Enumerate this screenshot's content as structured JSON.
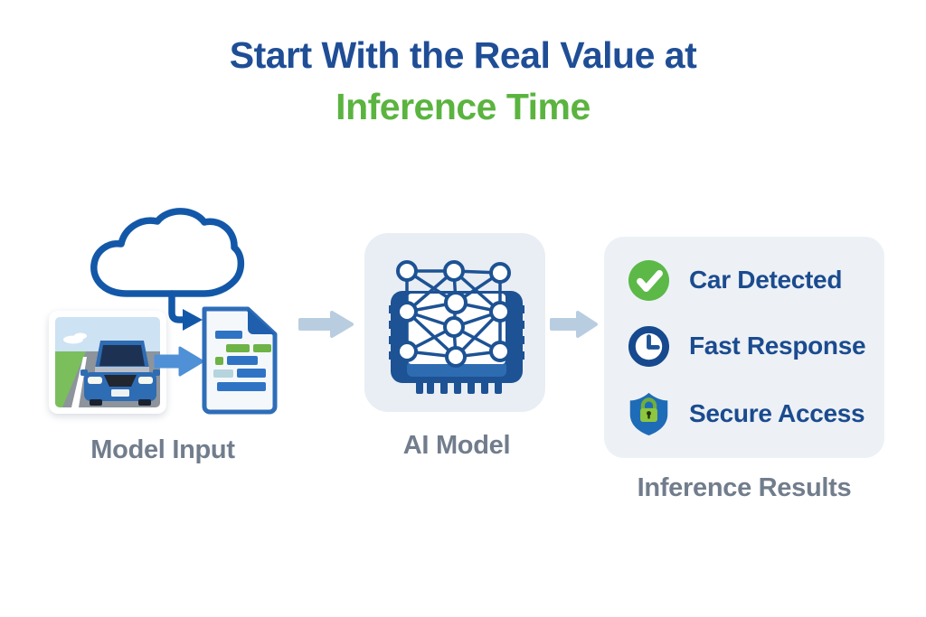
{
  "title": {
    "line1": "Start With the Real Value at",
    "line2": "Inference Time"
  },
  "stages": {
    "input": {
      "label": "Model Input"
    },
    "model": {
      "label": "AI Model"
    },
    "results": {
      "label": "Inference Results"
    }
  },
  "results": {
    "items": [
      {
        "icon": "check-icon",
        "label": "Car Detected"
      },
      {
        "icon": "clock-icon",
        "label": "Fast Response"
      },
      {
        "icon": "shield-lock-icon",
        "label": "Secure Access"
      }
    ]
  },
  "colors": {
    "title_blue": "#1f4e96",
    "title_green": "#5ab43f",
    "stage_label_gray": "#717d8c",
    "result_text_blue": "#1b4b8f",
    "card_background": "#edf1f5",
    "flow_arrow_steel_blue": "#b9cde1",
    "outline_blue": "#1358a8",
    "chip_navy": "#1d5294",
    "success_green": "#5cb947",
    "shield_blue": "#1e6cb7",
    "lock_green": "#8dc63f"
  }
}
